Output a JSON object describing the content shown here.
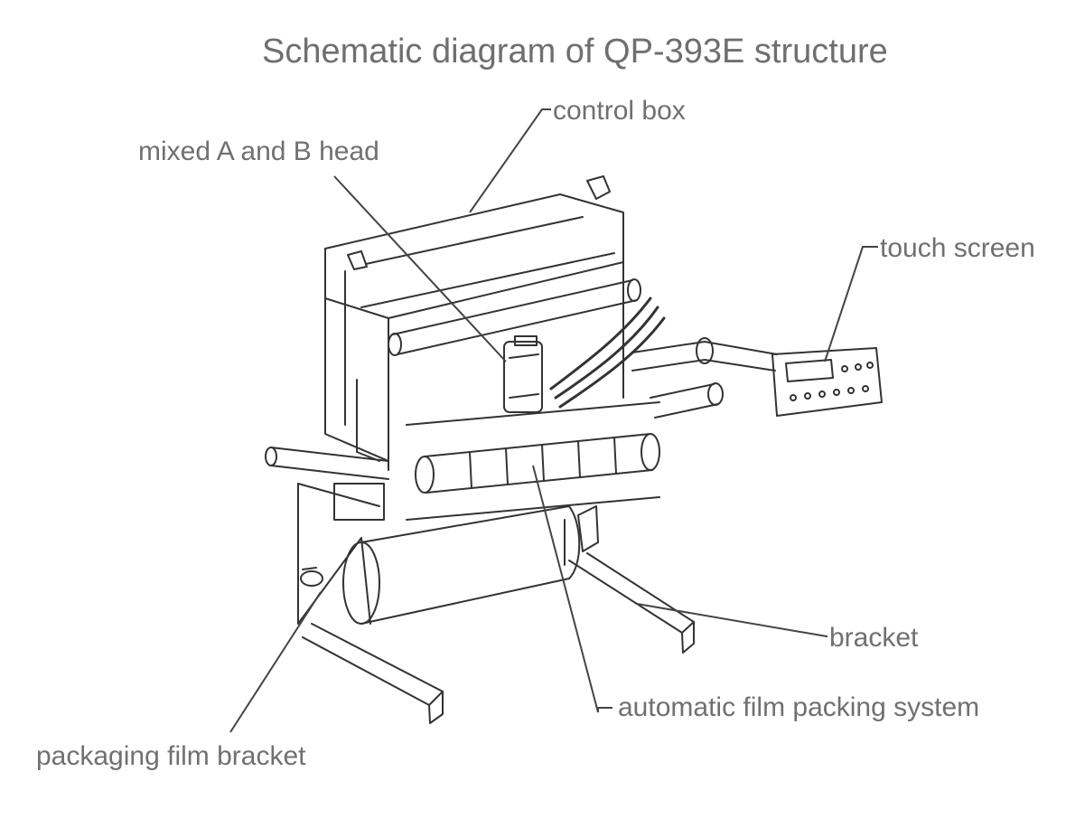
{
  "title": "Schematic diagram of QP-393E structure",
  "labels": {
    "control_box": "control box",
    "mixed_head": "mixed A and B head",
    "touch_screen": "touch screen",
    "bracket": "bracket",
    "film_packing_system": "automatic film packing system",
    "packaging_film_bracket": "packaging film bracket"
  },
  "colors": {
    "text": "#707070",
    "line": "#333333"
  }
}
